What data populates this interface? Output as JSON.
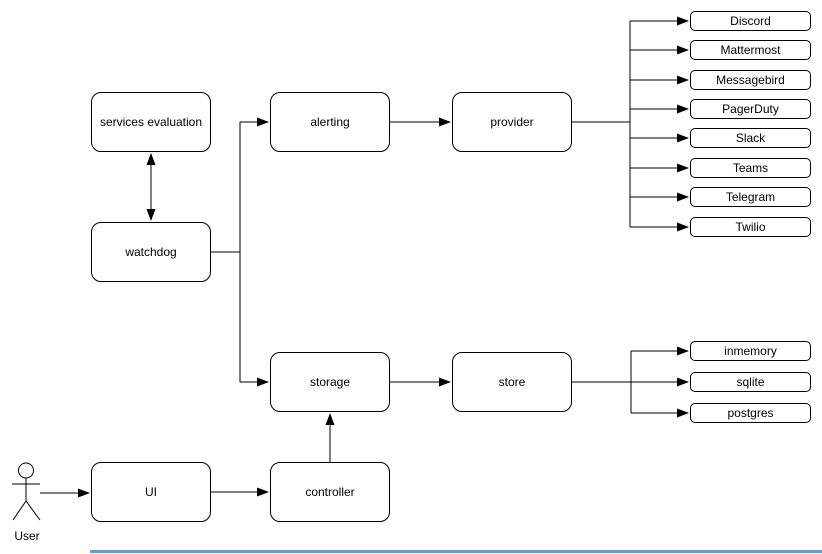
{
  "nodes": {
    "services_evaluation": "services evaluation",
    "watchdog": "watchdog",
    "alerting": "alerting",
    "provider": "provider",
    "storage": "storage",
    "store": "store",
    "ui": "UI",
    "controller": "controller"
  },
  "provider_targets": [
    "Discord",
    "Mattermost",
    "Messagebird",
    "PagerDuty",
    "Slack",
    "Teams",
    "Telegram",
    "Twilio"
  ],
  "store_targets": [
    "inmemory",
    "sqlite",
    "postgres"
  ],
  "actor": {
    "label": "User"
  },
  "colors": {
    "stroke": "#000000",
    "canvas": "#ffffff",
    "bottom_accent": "#5b9fe6"
  }
}
